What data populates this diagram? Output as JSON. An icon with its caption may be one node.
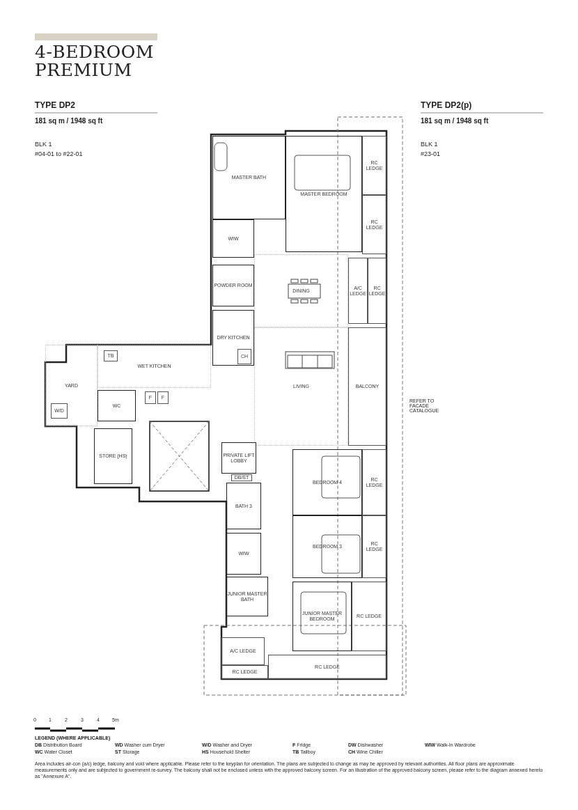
{
  "diagram": {
    "title": "4-BEDROOM PREMIUM",
    "nodes": [
      {
        "text": [
          "MASTER BATH"
        ]
      },
      {
        "text": [
          "MASTER BEDROOM"
        ]
      },
      {
        "text": [
          "RC LEDGE"
        ]
      },
      {
        "text": [
          "RC LEDGE"
        ]
      },
      {
        "text": [
          "WIW"
        ]
      },
      {
        "text": [
          "POWDER ROOM"
        ]
      },
      {
        "text": [
          "DINING"
        ]
      },
      {
        "text": [
          "A/C LEDGE"
        ]
      },
      {
        "text": [
          "RC LEDGE"
        ]
      },
      {
        "text": [
          "DRY KITCHEN"
        ]
      },
      {
        "text": [
          "CH"
        ],
        "in": 9
      },
      {
        "text": [
          "WET KITCHEN"
        ]
      },
      {
        "text": [
          "TB"
        ],
        "in": 11
      },
      {
        "text": [
          "YARD"
        ]
      },
      {
        "text": [
          "W/D"
        ],
        "in": 13
      },
      {
        "text": [
          "WC"
        ]
      },
      {
        "text": [
          "F"
        ]
      },
      {
        "text": [
          "F"
        ]
      },
      {
        "text": [
          "BALCONY"
        ]
      },
      {
        "text": [
          "LIVING"
        ]
      },
      {
        "text": [
          "STORE (HS)"
        ]
      },
      {
        "text": [
          "PRIVATE LIFT LOBBY"
        ]
      },
      {
        "text": [
          "DB/ST"
        ]
      },
      {
        "text": [
          "BEDROOM 4"
        ]
      },
      {
        "text": [
          "RC LEDGE"
        ]
      },
      {
        "text": [
          "BATH 3"
        ]
      },
      {
        "text": [
          "WIW"
        ]
      },
      {
        "text": [
          "BEDROOM 3"
        ]
      },
      {
        "text": [
          "RC LEDGE"
        ]
      },
      {
        "text": [
          "JUNIOR MASTER BATH"
        ]
      },
      {
        "text": [
          "JUNIOR MASTER BEDROOM"
        ]
      },
      {
        "text": [
          "RC LEDGE"
        ]
      },
      {
        "text": [
          "A/C LEDGE"
        ]
      },
      {
        "text": [
          "RC LEDGE"
        ]
      },
      {
        "text": [
          "RC LEDGE"
        ]
      }
    ],
    "labels": [
      "TYPE DP2",
      "181 sq m / 1948 sq ft",
      "BLK 1",
      "#04-01 to #22-01",
      "TYPE DP2(p)",
      "181 sq m / 1948 sq ft",
      "BLK 1",
      "#23-01",
      "REFER TO FACADE CATALOGUE",
      "0",
      "1",
      "2",
      "3",
      "4",
      "5m",
      "LEGEND (WHERE APPLICABLE)",
      "Area includes air-con (a/c) ledge, balcony and void where applicable. Please refer to the keyplan for orientation. The plans are subjected to change as may be approved by relevant authorities. All floor plans are approximate measurements only and are subjected to government re-survey. The balcony shall not be enclosed unless with the approved balcony screen. For an illustration of the approved balcony screen, please refer to the diagram annexed hereto as \"Annexure A\"."
    ],
    "legend": [
      {
        "text": "**DB** Distribution Board"
      },
      {
        "text": "**WD** Washer cum Dryer"
      },
      {
        "text": "**W/D** Washer and Dryer"
      },
      {
        "text": "**F** Fridge"
      },
      {
        "text": "**DW** Dishwasher"
      },
      {
        "text": "**WIW** Walk-In Wardrobe"
      },
      {
        "text": "**WC** Water Closet"
      },
      {
        "text": "**ST** Storage"
      },
      {
        "text": "**HS** Household Shelter"
      },
      {
        "text": "**TB** Tallboy"
      },
      {
        "text": "**CH** Wine Chiller"
      }
    ]
  }
}
